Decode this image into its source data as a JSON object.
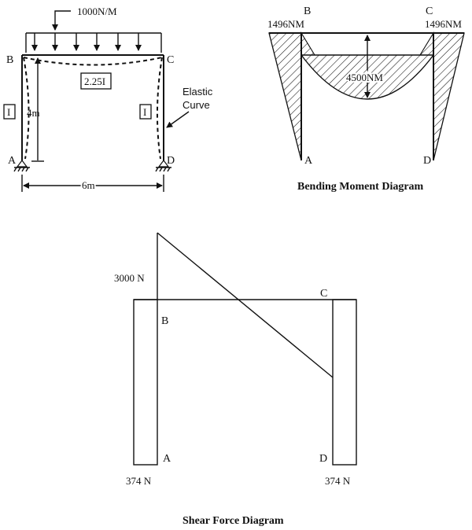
{
  "frame": {
    "load_label": "1000N/M",
    "beam_inertia": "2.25I",
    "column_inertia_left": "I",
    "column_inertia_right": "I",
    "height_label": "4m",
    "span_label": "6m",
    "node_b": "B",
    "node_c": "C",
    "node_a": "A",
    "node_d": "D",
    "elastic_curve": [
      "Elastic",
      "Curve"
    ]
  },
  "bmd": {
    "title": "Bending Moment Diagram",
    "moment_b": "1496NM",
    "moment_c": "1496NM",
    "moment_mid": "4500NM",
    "node_b": "B",
    "node_c": "C",
    "node_a": "A",
    "node_d": "D"
  },
  "sfd": {
    "title": "Shear Force Diagram",
    "shear_b": "3000 N",
    "shear_a": "374 N",
    "shear_d": "374 N",
    "node_b": "B",
    "node_c": "C",
    "node_a": "A",
    "node_d": "D"
  }
}
